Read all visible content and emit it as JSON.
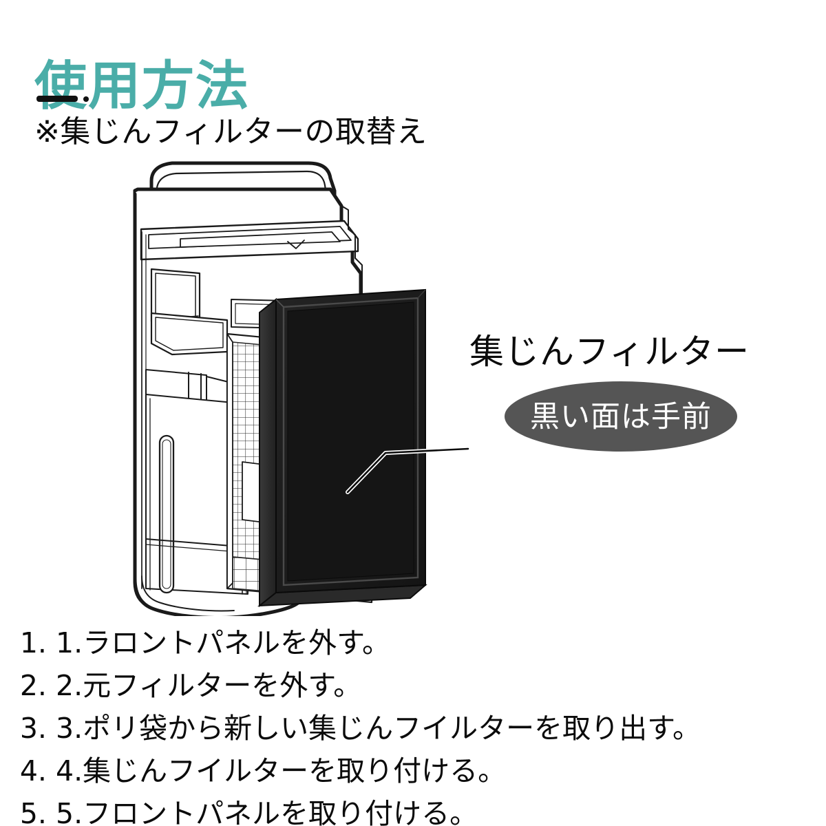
{
  "heading": {
    "title": "使用方法"
  },
  "subtitle": {
    "text": "※集じんフィルターの取替え"
  },
  "illustration": {
    "device_name": "air-purifier",
    "filter_name": "dust-collection-filter",
    "colors": {
      "accent": "#4aada8",
      "outline": "#1a1a1a",
      "filter_face": "#1c1c1c",
      "filter_side": "#2b2b2b",
      "badge_fill": "#555555",
      "text": "#0b0b0b",
      "background": "#ffffff"
    }
  },
  "callout": {
    "label": "集じんフィルター",
    "badge": "黒い面は手前"
  },
  "steps": [
    "1.ラロントパネルを外す。",
    "2.元フィルターを外す。",
    "3.ポリ袋から新しい集じんフイルターを取り出す。",
    "4.集じんフイルターを取り付ける。",
    "5.フロントパネルを取り付ける。"
  ]
}
